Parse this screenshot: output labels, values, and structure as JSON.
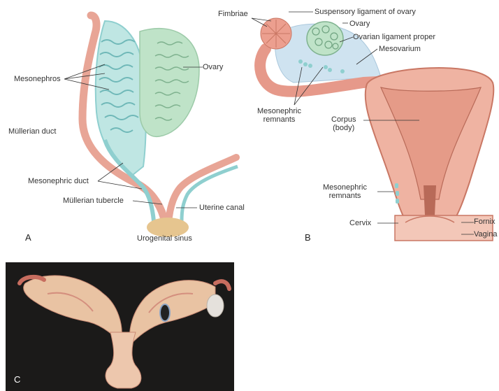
{
  "panels": {
    "a": {
      "letter": "A",
      "labels": {
        "ovary": "Ovary",
        "mesonephros": "Mesonephros",
        "mullerian_duct": "Müllerian duct",
        "mesonephric_duct": "Mesonephric duct",
        "mullerian_tubercle": "Müllerian tubercle",
        "uterine_canal": "Uterine canal",
        "urogenital_sinus": "Urogenital sinus"
      }
    },
    "b": {
      "letter": "B",
      "labels": {
        "fimbriae": "Fimbriae",
        "suspensory_ligament": "Suspensory ligament of ovary",
        "ovary": "Ovary",
        "ovarian_ligament": "Ovarian ligament proper",
        "mesovarium": "Mesovarium",
        "mesonephric_remnants_upper": "Mesonephric\nremnants",
        "corpus": "Corpus\n(body)",
        "mesonephric_remnants_lower": "Mesonephric\nremnants",
        "cervix": "Cervix",
        "fornix": "Fornix",
        "vagina": "Vagina"
      }
    },
    "c": {
      "letter": "C"
    }
  },
  "colors": {
    "mullerian": "#e8a596",
    "mesonephric": "#8fcfcf",
    "ovary": "#bfe3c8",
    "uterus": "#efb3a2",
    "uterus_dark": "#c97764",
    "sinus": "#e6c58f",
    "mesovarium": "#cfe3f0",
    "photo_bg": "#1b1a19"
  }
}
